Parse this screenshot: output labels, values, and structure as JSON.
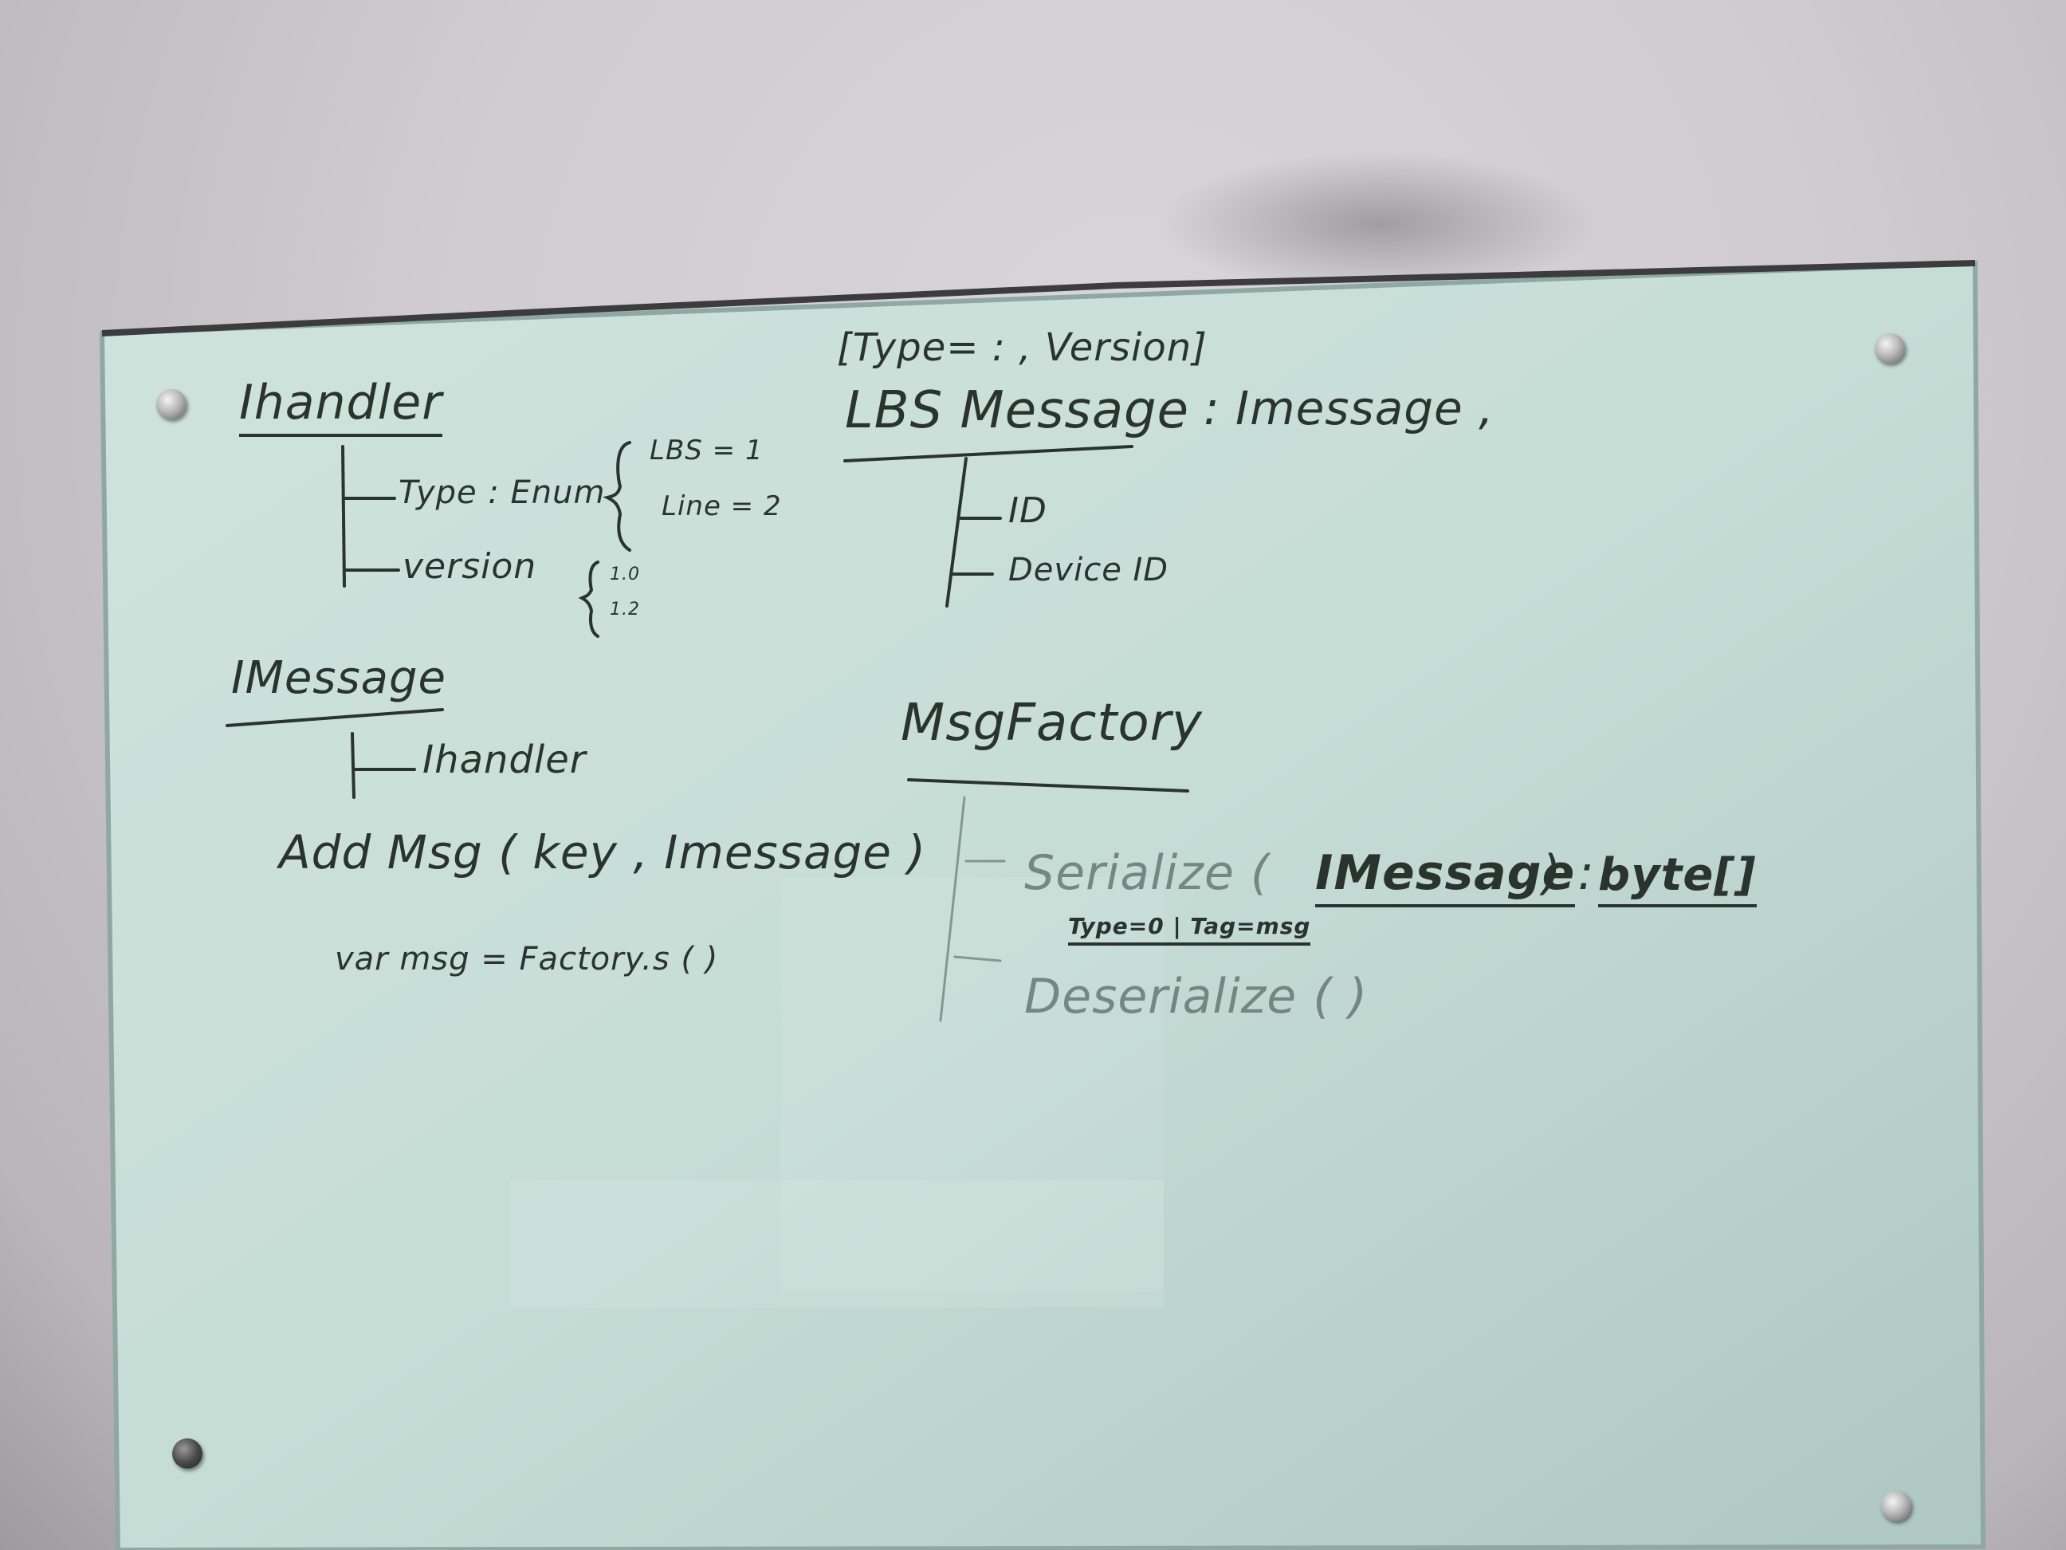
{
  "whiteboard": {
    "ihandler_heading": "Ihandler",
    "ihandler_type": "Type : Enum",
    "ihandler_type_options": [
      "LBS = 1",
      "Line = 2"
    ],
    "ihandler_version": "version",
    "ihandler_version_options": [
      "1.0",
      "1.2"
    ],
    "imessage_heading": "IMessage",
    "imessage_child": "Ihandler",
    "add_msg": "Add Msg ( key , Imessage )",
    "var_msg": "var msg = Factory.s (    )",
    "attribute_line": "[Type= : , Version]",
    "lbs_message_heading": "LBS Message",
    "lbs_message_base": ": Imessage ,",
    "lbs_child_id": "ID",
    "lbs_child_device": "Device ID",
    "factory_heading": "MsgFactory",
    "serialize_prefix": "Serialize (",
    "serialize_param": "IMessage",
    "serialize_suffix": ") :",
    "serialize_return": "byte[]",
    "serialize_note": "Type=0 | Tag=msg",
    "deserialize": "Deserialize ( )"
  }
}
